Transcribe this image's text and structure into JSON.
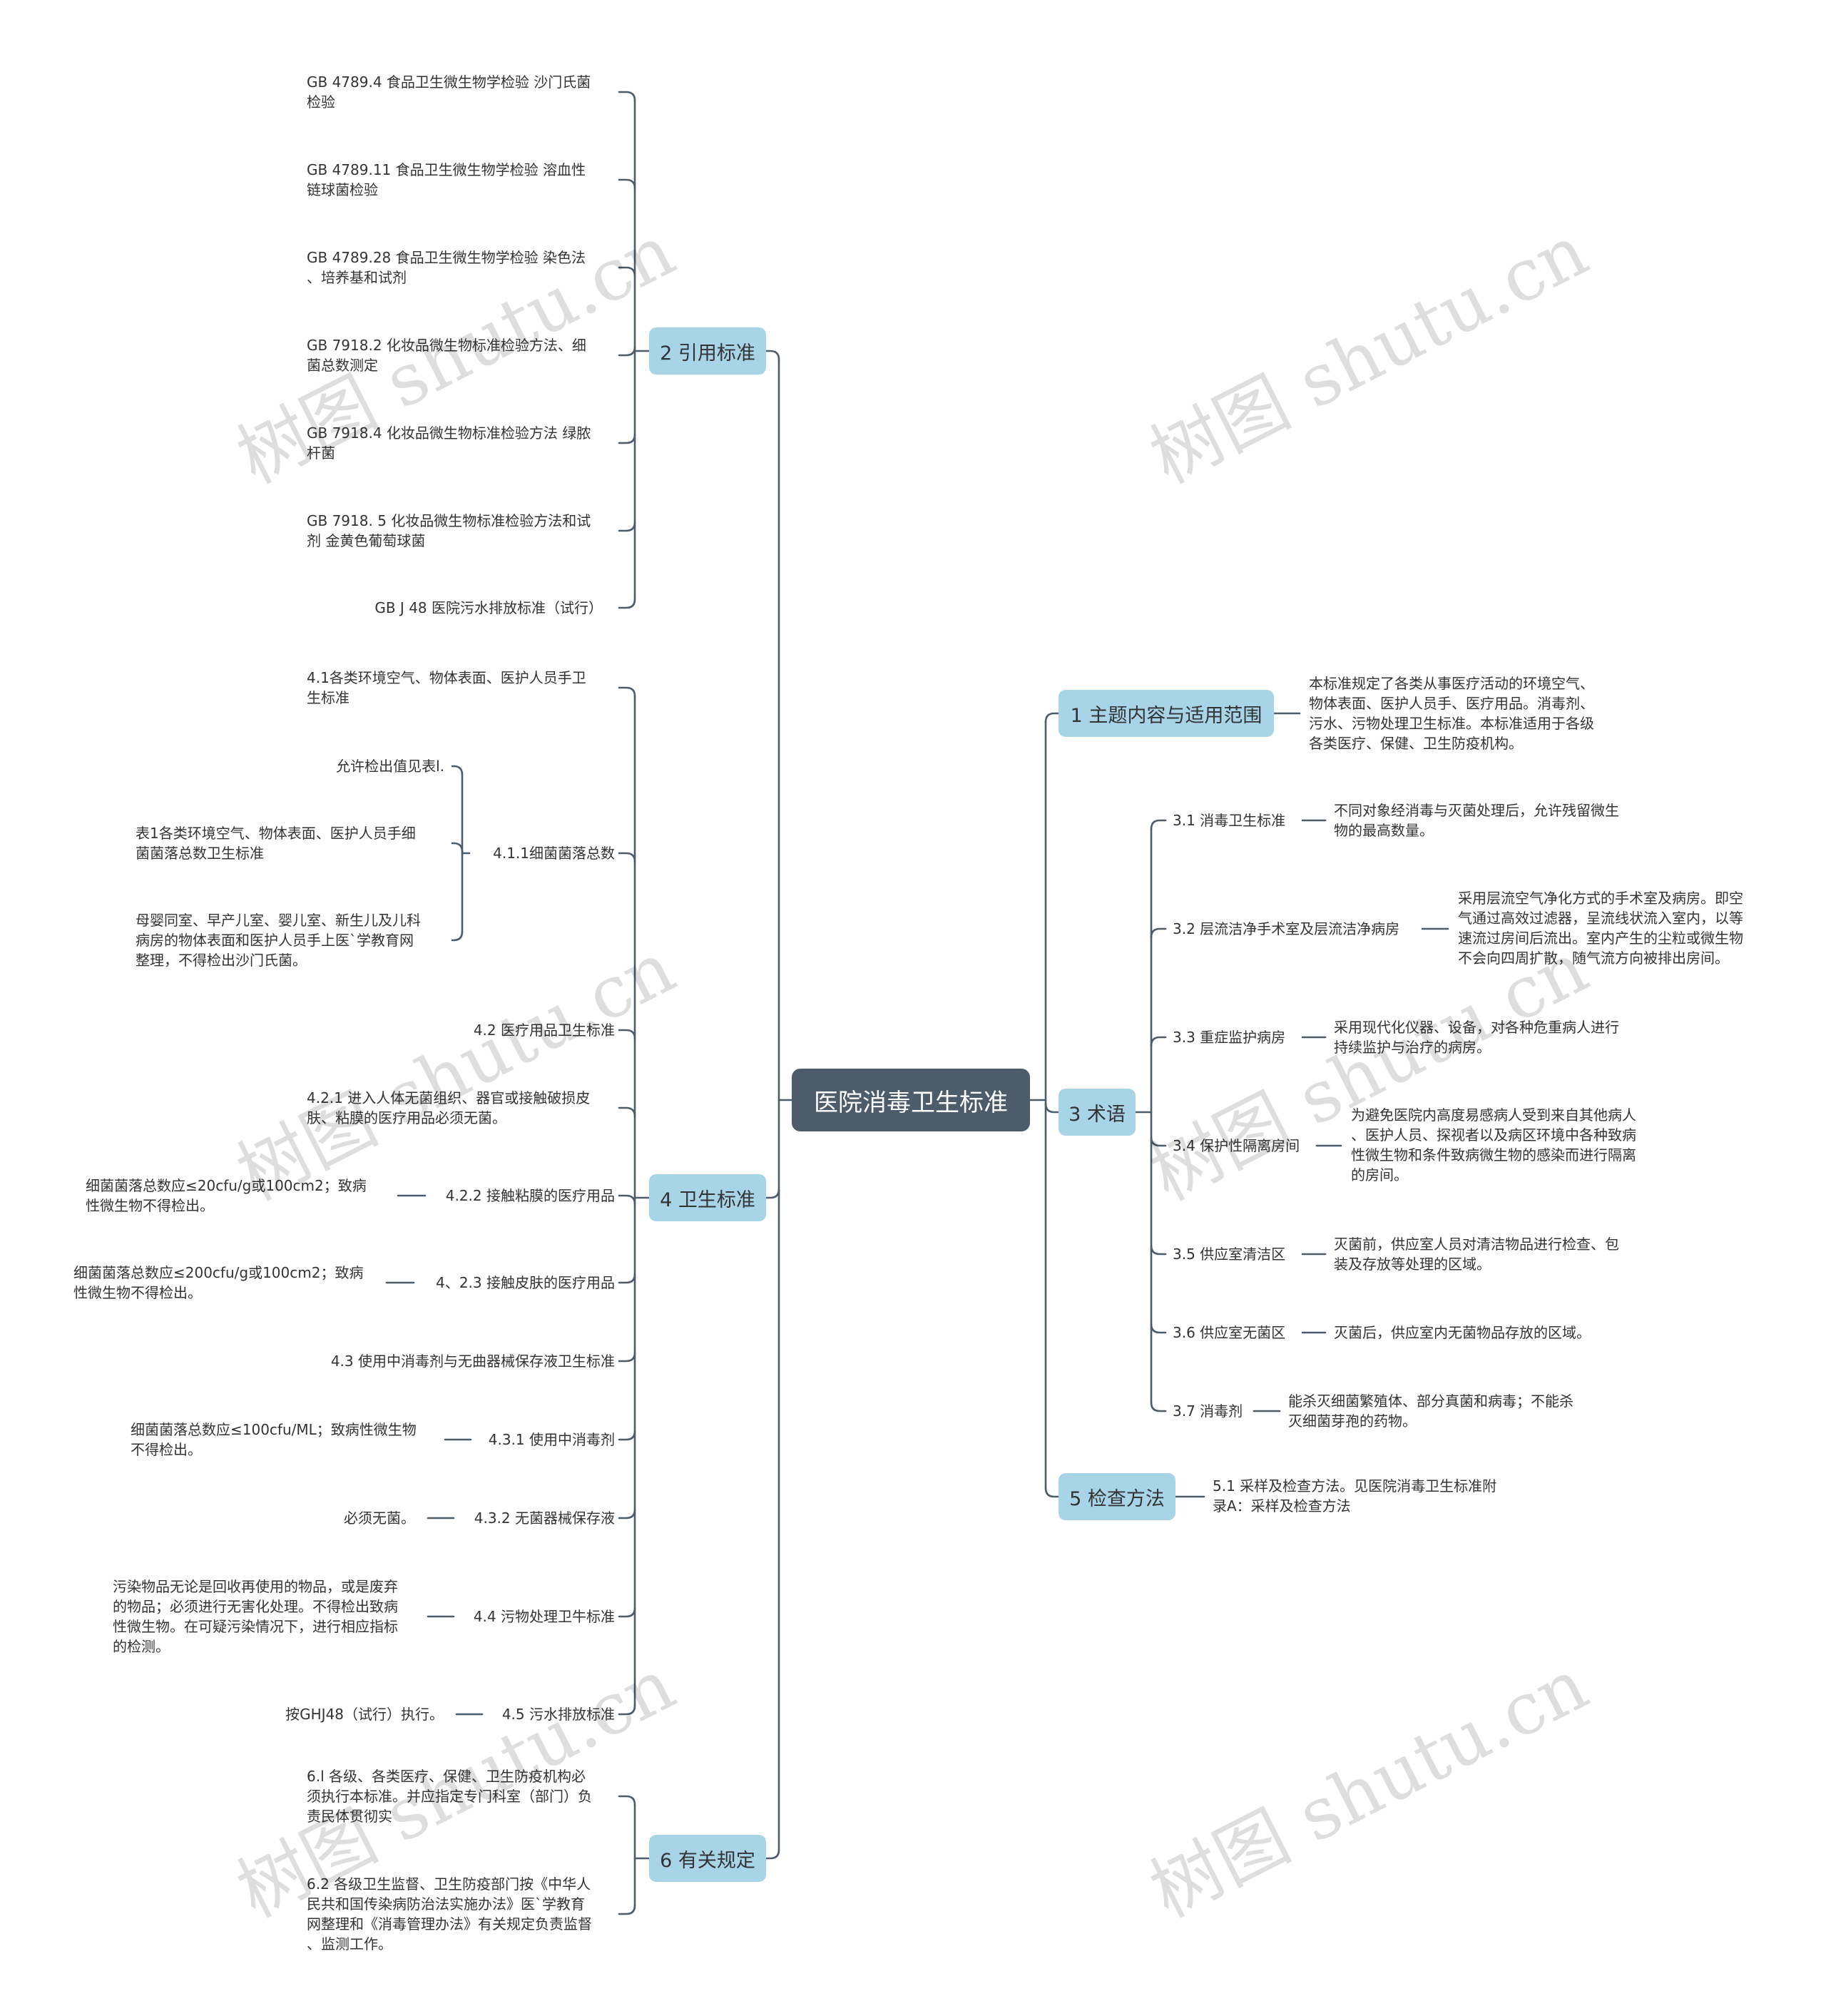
{
  "root": "医院消毒卫生标准",
  "branches": {
    "b2": {
      "label": "2 引用标准",
      "items": [
        "GB 4789.4 食品卫生微生物学检验 沙门氏菌\n检验",
        "GB 4789.11 食品卫生微生物学检验 溶血性\n链球菌检验",
        "GB 4789.28 食品卫生微生物学检验 染色法\n、培养基和试剂",
        "GB 7918.2 化妆品微生物标准检验方法、细\n菌总数测定",
        "GB 7918.4 化妆品微生物标准检验方法 绿脓\n杆菌",
        "GB 7918. 5 化妆品微生物标准检验方法和试\n剂 金黄色葡萄球菌",
        "GB J 48 医院污水排放标准（试行）"
      ]
    },
    "b4": {
      "label": "4 卫生标准",
      "n41": "4.1各类环境空气、物体表面、医护人员手卫\n生标准",
      "n411": "4.1.1细菌菌落总数",
      "n411_a": "允许检出值见表l.",
      "n411_b": "表1各类环境空气、物体表面、医护人员手细\n菌菌落总数卫生标准",
      "n411_c": "母婴同室、早产儿室、婴儿室、新生儿及儿科\n病房的物体表面和医护人员手上医`学教育网\n整理，不得检出沙门氏菌。",
      "n42": "4.2 医疗用品卫生标准",
      "n421": "4.2.1 进入人体无菌组织、器官或接触破损皮\n肤、粘膜的医疗用品必须无菌。",
      "n422": "4.2.2 接触粘膜的医疗用品",
      "n422_d": "细菌菌落总数应≤20cfu/g或100cm2；致病\n性微生物不得检出。",
      "n423": "4、2.3 接触皮肤的医疗用品",
      "n423_d": "细菌菌落总数应≤200cfu/g或100cm2；致病\n性微生物不得检出。",
      "n43": "4.3 使用中消毒剂与无曲器械保存液卫生标准",
      "n431": "4.3.1 使用中消毒剂",
      "n431_d": "细菌菌落总数应≤100cfu/ML；致病性微生物\n不得检出。",
      "n432": "4.3.2 无菌器械保存液",
      "n432_d": "必须无菌。",
      "n44": "4.4 污物处理卫牛标准",
      "n44_d": "污染物品无论是回收再使用的物品，或是废弃\n的物品；必须进行无害化处理。不得检出致病\n性微生物。在可疑污染情况下，进行相应指标\n的检测。",
      "n45": "4.5 污水排放标准",
      "n45_d": "按GHJ48（试行）执行。"
    },
    "b6": {
      "label": "6 有关规定",
      "items": [
        "6.l 各级、各类医疗、保健、卫生防疫机构必\n须执行本标准。并应指定专门科室（部门）负\n责民体贯彻实",
        "6.2 各级卫生监督、卫生防疫部门按《中华人\n民共和国传染病防治法实施办法》医`学教育\n网整理和《消毒管理办法》有关规定负责监督\n、监测工作。"
      ]
    },
    "b1": {
      "label": "1 主题内容与适用范围",
      "desc": "本标准规定了各类从事医疗活动的环境空气、\n物体表面、医护人员手、医疗用品。消毒剂、\n污水、污物处理卫生标准。本标准适用于各级\n各类医疗、保健、卫生防疫机构。"
    },
    "b3": {
      "label": "3 术语",
      "terms": [
        {
          "name": "3.1 消毒卫生标准",
          "desc": "不同对象经消毒与灭菌处理后，允许残留微生\n物的最高数量。"
        },
        {
          "name": "3.2 层流洁净手术室及层流洁净病房",
          "desc": "采用层流空气净化方式的手术室及病房。即空\n气通过高效过滤器，呈流线状流入室内，以等\n速流过房间后流出。室内产生的尘粒或微生物\n不会向四周扩散，随气流方向被排出房间。"
        },
        {
          "name": "3.3 重症监护病房",
          "desc": "采用现代化仪器、设备，对各种危重病人进行\n持续监护与治疗的病房。"
        },
        {
          "name": "3.4 保护性隔离房间",
          "desc": "为避免医院内高度易感病人受到来自其他病人\n、医护人员、探视者以及病区环境中各种致病\n性微生物和条件致病微生物的感染而进行隔离\n的房间。"
        },
        {
          "name": "3.5 供应室清洁区",
          "desc": "灭菌前，供应室人员对清洁物品进行检查、包\n装及存放等处理的区域。"
        },
        {
          "name": "3.6 供应室无菌区",
          "desc": "灭菌后，供应室内无菌物品存放的区域。"
        },
        {
          "name": "3.7 消毒剂",
          "desc": "能杀灭细菌繁殖体、部分真菌和病毒；不能杀\n灭细菌芽孢的药物。"
        }
      ]
    },
    "b5": {
      "label": "5 检查方法",
      "desc": "5.1 采样及检查方法。见医院消毒卫生标准附\n录A：采样及检查方法"
    }
  },
  "watermark": "树图 shutu.cn",
  "colors": {
    "line": "#4d5c6b",
    "level1_bg": "#a8d4e8",
    "root_bg": "#4d5c6b"
  }
}
